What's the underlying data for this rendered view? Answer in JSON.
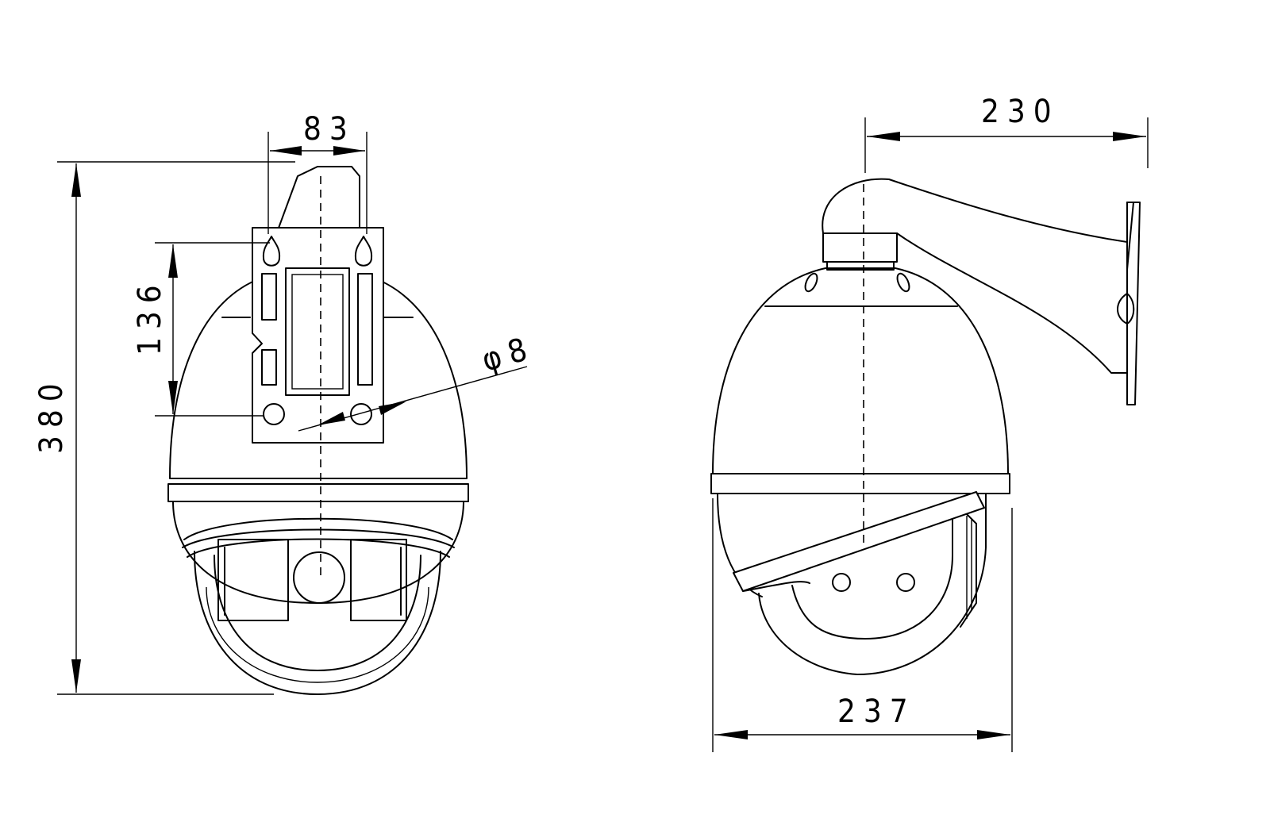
{
  "dimensions": {
    "width_top_holes": "83",
    "height_holes": "136",
    "overall_height": "380",
    "hole_diameter": "φ8",
    "bracket_length": "230",
    "dome_width": "237"
  },
  "colors": {
    "line": "#000000",
    "background": "#ffffff"
  }
}
